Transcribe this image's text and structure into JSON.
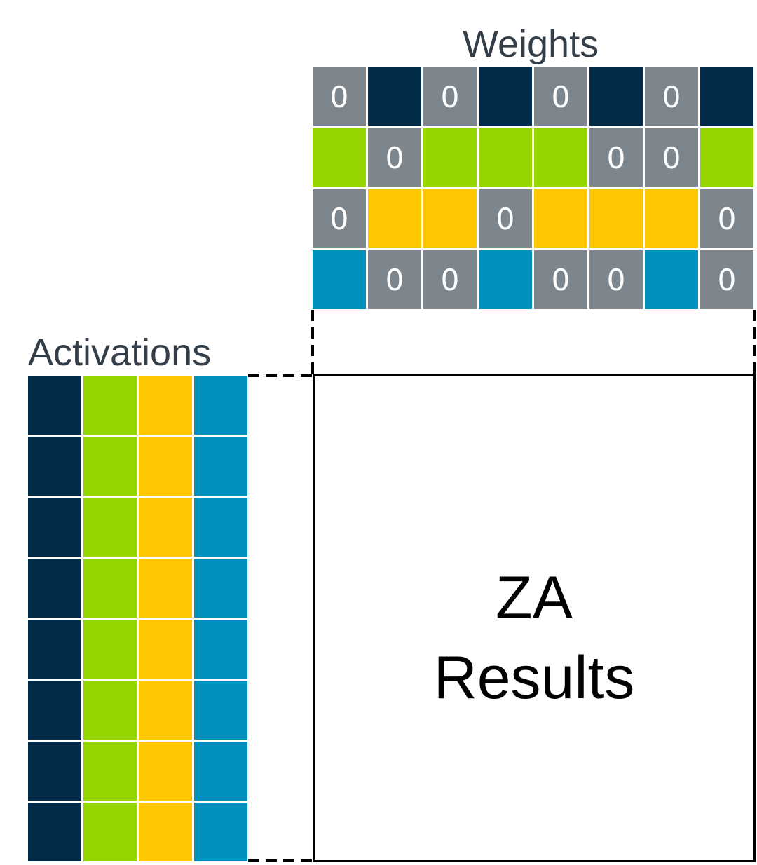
{
  "weights": {
    "title": "Weights",
    "rows": [
      {
        "color": "#002b49",
        "cells": [
          "0",
          "",
          "0",
          "",
          "0",
          "",
          "0",
          ""
        ]
      },
      {
        "color": "#95d600",
        "cells": [
          "",
          "0",
          "",
          "",
          "",
          "0",
          "0",
          ""
        ]
      },
      {
        "color": "#ffc700",
        "cells": [
          "0",
          "",
          "",
          "0",
          "",
          "",
          "",
          "0"
        ]
      },
      {
        "color": "#0091bd",
        "cells": [
          "",
          "0",
          "0",
          "",
          "0",
          "0",
          "",
          "0"
        ]
      }
    ],
    "zero_color": "#7d868c"
  },
  "activations": {
    "title": "Activations",
    "columns": [
      "#002b49",
      "#95d600",
      "#ffc700",
      "#0091bd"
    ],
    "row_count": 8
  },
  "results": {
    "line1": "ZA",
    "line2": "Results"
  }
}
